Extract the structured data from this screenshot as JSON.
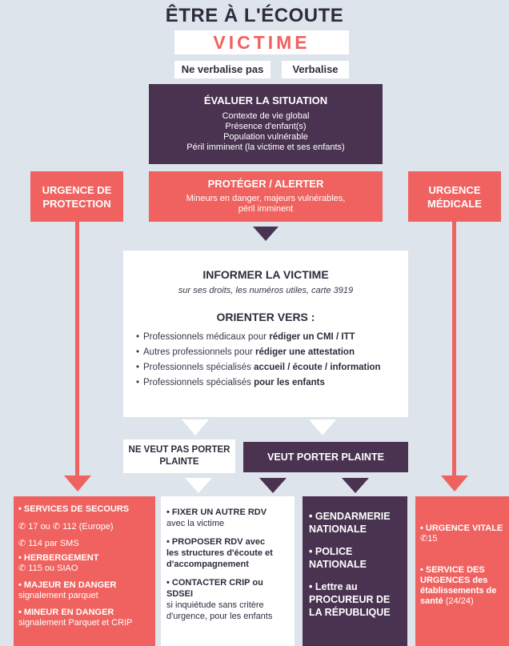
{
  "title": "ÊTRE À L'ÉCOUTE",
  "victim": "VICTIME",
  "choices": {
    "left": "Ne verbalise pas",
    "right": "Verbalise"
  },
  "evaluate": {
    "title": "ÉVALUER LA SITUATION",
    "items": [
      "Contexte de vie global",
      "Présence d'enfant(s)",
      "Population vulnérable",
      "Péril imminent (la victime et ses enfants)"
    ]
  },
  "protect": {
    "title": "PROTÉGER / ALERTER",
    "sub1": "Mineurs en danger, majeurs vulnérables,",
    "sub2": "péril imminent"
  },
  "side_left": {
    "line1": "URGENCE DE",
    "line2": "PROTECTION"
  },
  "side_right": {
    "line1": "URGENCE",
    "line2": "MÉDICALE"
  },
  "inform": {
    "title": "INFORMER LA VICTIME",
    "subtitle": "sur ses droits, les numéros utiles, carte 3919",
    "orient_title": "ORIENTER VERS :",
    "items": [
      {
        "pre": "Professionnels médicaux pour ",
        "bold": "rédiger un CMI / ITT",
        "post": ""
      },
      {
        "pre": "Autres professionnels pour ",
        "bold": "rédiger une attestation",
        "post": ""
      },
      {
        "pre": "Professionnels spécialisés ",
        "bold": "accueil / écoute / information",
        "post": ""
      },
      {
        "pre": "Professionnels spécialisés ",
        "bold": "pour les enfants",
        "post": ""
      }
    ]
  },
  "no_complaint": {
    "line1": "NE VEUT PAS PORTER",
    "line2": "PLAINTE"
  },
  "complaint": "VEUT PORTER PLAINTE",
  "col_protection": {
    "items": [
      {
        "title": "SERVICES DE SECOURS",
        "lines": []
      },
      {
        "title": "",
        "lines": [
          "✆ 17 ou ✆ 112 (Europe)"
        ]
      },
      {
        "title": "",
        "lines": [
          "✆ 114 par SMS"
        ]
      },
      {
        "title": "HERBERGEMENT",
        "lines": [
          "✆ 115 ou SIAO"
        ]
      },
      {
        "title": "MAJEUR EN DANGER",
        "lines": [
          "signalement parquet"
        ]
      },
      {
        "title": "MINEUR EN DANGER",
        "lines": [
          "signalement Parquet et CRIP"
        ]
      }
    ]
  },
  "col_nocomplaint": {
    "items": [
      {
        "title": "FIXER UN AUTRE RDV",
        "lines": [
          "avec la victime"
        ]
      },
      {
        "title": "PROPOSER RDV avec",
        "lines": [
          "les structures d'écoute et",
          "d'accompagnement"
        ],
        "boldlines": true
      },
      {
        "title": "CONTACTER CRIP ou SDSEI",
        "lines": [
          "si inquiétude sans critère",
          "d'urgence, pour les enfants"
        ]
      }
    ]
  },
  "col_complaint": {
    "items": [
      {
        "text": "GENDARMERIE NATIONALE"
      },
      {
        "text": "POLICE NATIONALE"
      },
      {
        "text": "Lettre au PROCUREUR DE LA RÉPUBLIQUE"
      }
    ]
  },
  "col_medical": {
    "items": [
      {
        "title": "URGENCE VITALE",
        "lines": [
          "✆15"
        ]
      },
      {
        "title": "SERVICE DES URGENCES des établissements de santé",
        "lines": [
          "(24/24)"
        ]
      }
    ]
  },
  "colors": {
    "coral": "#f0625f",
    "dark": "#4a3350",
    "bg": "#dde4ec"
  }
}
